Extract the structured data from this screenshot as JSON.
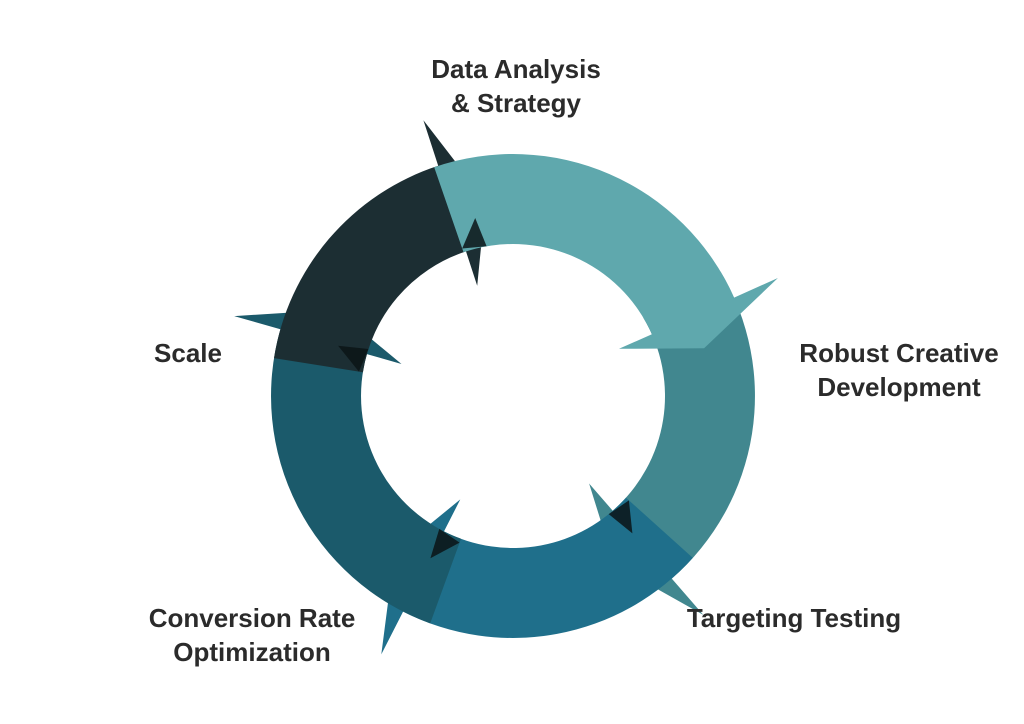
{
  "diagram": {
    "stages": [
      {
        "id": "data-analysis",
        "lines": [
          "Data Analysis",
          "& Strategy"
        ],
        "color": "#5fa8ad"
      },
      {
        "id": "robust-creative",
        "lines": [
          "Robust Creative",
          "Development"
        ],
        "color": "#41878f"
      },
      {
        "id": "targeting-testing",
        "lines": [
          "Targeting Testing"
        ],
        "color": "#1f6f8b"
      },
      {
        "id": "conversion-rate",
        "lines": [
          "Conversion Rate",
          "Optimization"
        ],
        "color": "#1b5a6b"
      },
      {
        "id": "scale",
        "lines": [
          "Scale"
        ],
        "color": "#1c2e33"
      }
    ],
    "shadow_color": "#0a1416",
    "text_color": "#2b2b2b"
  }
}
